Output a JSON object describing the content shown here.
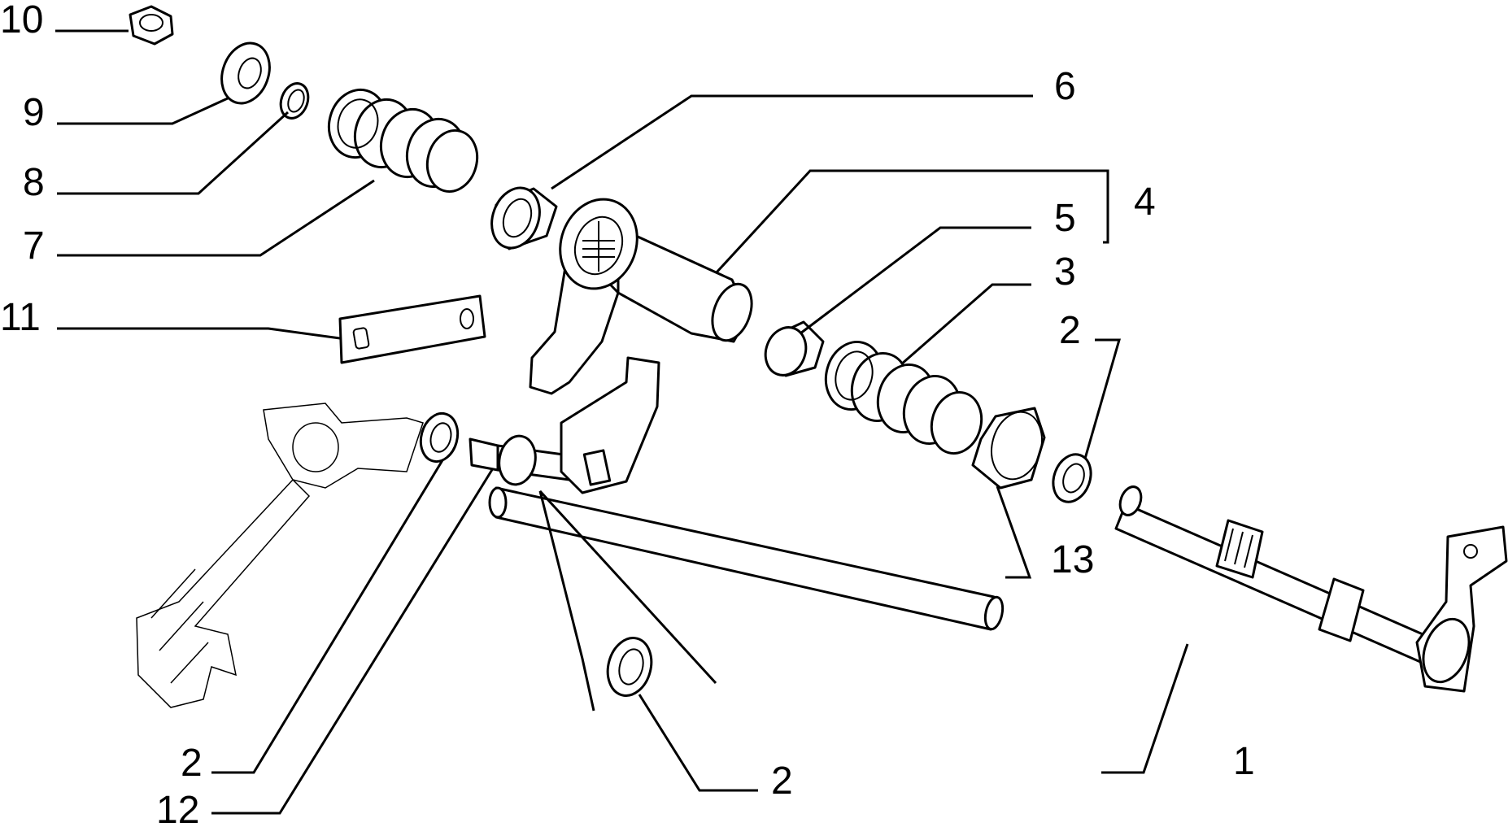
{
  "callouts": {
    "c1": "1",
    "c2a": "2",
    "c2b": "2",
    "c2c": "2",
    "c3": "3",
    "c4": "4",
    "c5": "5",
    "c6": "6",
    "c7": "7",
    "c8": "8",
    "c9": "9",
    "c10": "10",
    "c11": "11",
    "c12": "12",
    "c13": "13"
  }
}
